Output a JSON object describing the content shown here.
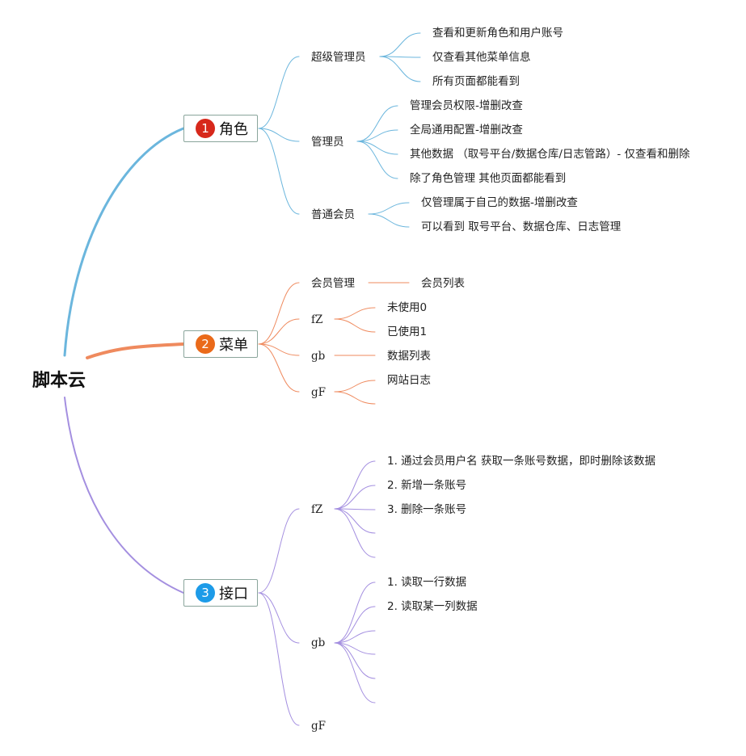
{
  "root": {
    "label": "脚本云"
  },
  "colors": {
    "blue": "#6bb6dd",
    "orange": "#ef8a5e",
    "purple": "#a48fe0",
    "badge_1": "#d7281b",
    "badge_2": "#ea6a1a",
    "badge_3": "#1d9be8"
  },
  "branches": [
    {
      "number": "1",
      "label": "角色",
      "children": [
        {
          "label": "超级管理员",
          "leaves": [
            "查看和更新角色和用户账号",
            "仅查看其他菜单信息",
            "所有页面都能看到"
          ]
        },
        {
          "label": "管理员",
          "leaves": [
            "管理会员权限-增删改查",
            "全局通用配置-增删改查",
            "其他数据 （取号平台/数据仓库/日志管路）- 仅查看和删除",
            "除了角色管理 其他页面都能看到"
          ]
        },
        {
          "label": "普通会员",
          "leaves": [
            "仅管理属于自己的数据-增删改查",
            "可以看到 取号平台、数据仓库、日志管理"
          ]
        }
      ]
    },
    {
      "number": "2",
      "label": "菜单",
      "children": [
        {
          "label": "会员管理",
          "leaves": [
            "会员列表"
          ]
        },
        {
          "label": "fZ",
          "leaves": [
            "未使用0",
            "已使用1"
          ]
        },
        {
          "label": "gb",
          "leaves": [
            "数据列表"
          ]
        },
        {
          "label": "gF",
          "leaves": [
            "网站日志",
            ""
          ]
        }
      ]
    },
    {
      "number": "3",
      "label": "接口",
      "children": [
        {
          "label": "fZ",
          "leaves": [
            "1. 通过会员用户名 获取一条账号数据，即时删除该数据",
            "2. 新增一条账号",
            "3. 删除一条账号",
            "",
            ""
          ]
        },
        {
          "label": "gb",
          "leaves": [
            "1. 读取一行数据",
            "2. 读取某一列数据",
            "",
            "",
            "",
            ""
          ]
        },
        {
          "label": "gF",
          "leaves": []
        }
      ]
    }
  ]
}
